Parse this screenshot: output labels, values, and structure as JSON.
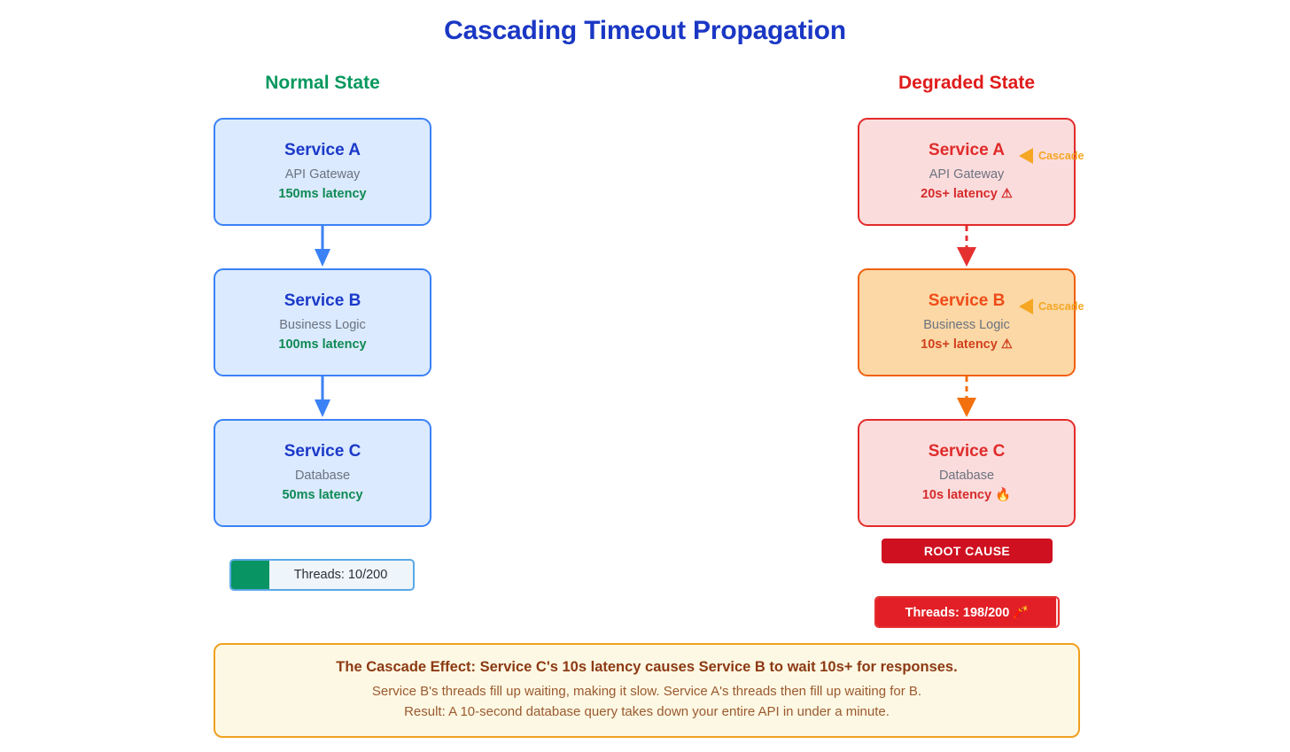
{
  "title": "Cascading Timeout Propagation",
  "columns": {
    "normal": {
      "header": "Normal State",
      "accent": "#06985e",
      "services": [
        {
          "name": "Service A",
          "role": "API Gateway",
          "metric": "150ms latency"
        },
        {
          "name": "Service B",
          "role": "Business Logic",
          "metric": "100ms latency"
        },
        {
          "name": "Service C",
          "role": "Database",
          "metric": "50ms latency"
        }
      ],
      "thread_pool": {
        "label": "Threads: 10/200",
        "used": 10,
        "total": 200,
        "percent": 21,
        "fill_color": "#089463"
      }
    },
    "degraded": {
      "header": "Degraded State",
      "accent": "#e01b1b",
      "services": [
        {
          "name": "Service A",
          "role": "API Gateway",
          "metric": "20s+ latency ⚠",
          "cascade_label": "Cascade"
        },
        {
          "name": "Service B",
          "role": "Business Logic",
          "metric": "10s+ latency ⚠",
          "cascade_label": "Cascade"
        },
        {
          "name": "Service C",
          "role": "Database",
          "metric": "10s latency 🔥",
          "cascade_label": ""
        }
      ],
      "root_cause_badge": "ROOT CAUSE",
      "thread_pool": {
        "label": "Threads: 198/200 🧨",
        "used": 198,
        "total": 200,
        "percent": 99,
        "fill_color": "#e21f26"
      }
    }
  },
  "explanation": {
    "headline": "The Cascade Effect: Service C's 10s latency causes Service B to wait 10s+ for responses.",
    "line2": "Service B's threads fill up waiting, making it slow. Service A's threads then fill up waiting for B.",
    "line3": "Result: A 10-second database query takes down your entire API in under a minute."
  },
  "colors": {
    "title": "#1a37c4",
    "normal_border": "#3b82f6",
    "normal_fill": "#dbeafe",
    "critical_border": "#e42a2a",
    "critical_fill": "#fbdcdc",
    "warning_border": "#f06010",
    "warning_fill": "#fbd8a6",
    "cascade": "#f5a623",
    "explanation_border": "#f0a020",
    "explanation_fill": "#fdf8e3"
  }
}
